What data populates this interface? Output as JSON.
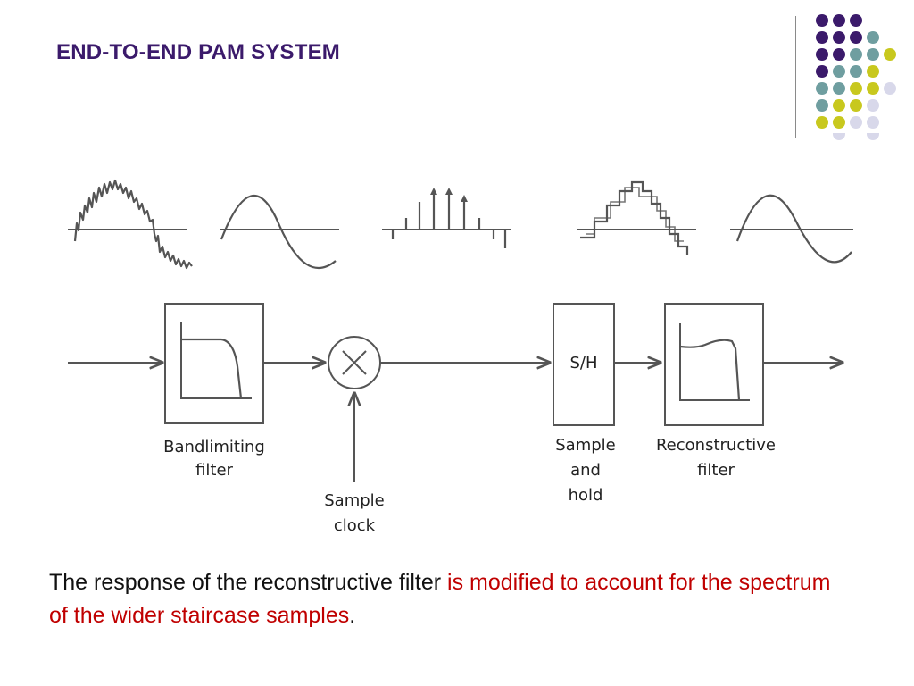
{
  "slide": {
    "title": "END-TO-END PAM SYSTEM"
  },
  "diagram": {
    "blocks": {
      "bandlimiting": {
        "line1": "Bandlimiting",
        "line2": "filter"
      },
      "sample_hold": {
        "symbol": "S/H",
        "line1": "Sample",
        "line2": "and",
        "line3": "hold"
      },
      "reconstructive": {
        "line1": "Reconstructive",
        "line2": "filter"
      },
      "clock": {
        "line1": "Sample",
        "line2": "clock"
      }
    }
  },
  "caption": {
    "part1": "The response of the reconstructive filter ",
    "highlight": "is modified to account for the spectrum of the wider staircase samples",
    "part2": "."
  },
  "colors": {
    "title": "#3b1a6b",
    "highlight": "#c00000",
    "dot_purple": "#3b1a6b",
    "dot_teal": "#6f9ea0",
    "dot_yellow": "#c8c81e",
    "dot_lavender": "#d8d8ea"
  }
}
